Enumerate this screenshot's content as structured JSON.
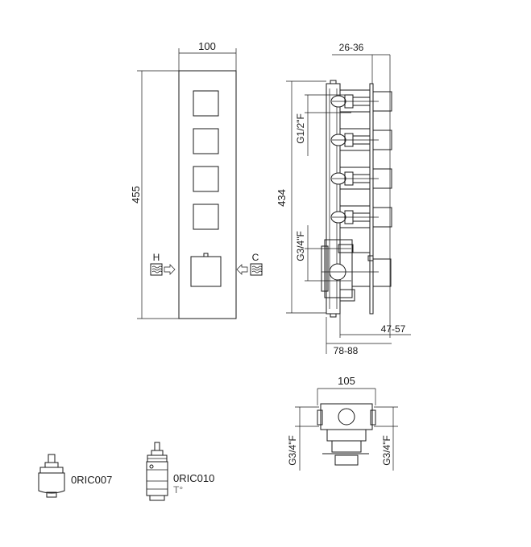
{
  "front_view": {
    "width_dim": "100",
    "height_dim": "455",
    "hot_label": "H",
    "cold_label": "C"
  },
  "side_view": {
    "depth_top_dim": "26-36",
    "thread_upper": "G1/2\"F",
    "height_dim": "434",
    "thread_lower": "G3/4\"F",
    "depth_mid_dim": "47-57",
    "depth_bottom_dim": "78-88"
  },
  "bottom_view": {
    "width_dim": "105",
    "thread_left": "G3/4\"F",
    "thread_right": "G3/4\"F"
  },
  "cartridges": [
    {
      "code": "0RIC007",
      "note": ""
    },
    {
      "code": "0RIC010",
      "note": "T°"
    }
  ],
  "colors": {
    "line": "#1a1a1a",
    "background": "#ffffff"
  }
}
